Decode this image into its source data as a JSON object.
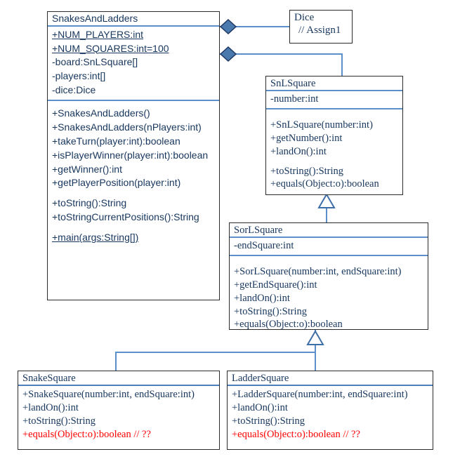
{
  "diagram": {
    "type": "uml-class-diagram",
    "title": "Snakes and Ladders class diagram",
    "colors": {
      "text": "#17365d",
      "highlight": "#ff0000",
      "divider": "#5b8fc9",
      "connector": "#5b8fc9",
      "diamond_fill": "#4a79ad",
      "diamond_stroke": "#1f3864",
      "box_border": "#2b2b2b"
    }
  },
  "classes": {
    "snakes_and_ladders": {
      "name": "SnakesAndLadders",
      "attributes": [
        {
          "text": "+NUM_PLAYERS:int",
          "sign": "+",
          "member": "NUM_PLAYERS",
          "type": "int",
          "static": true
        },
        {
          "text": "+NUM_SQUARES:int=100",
          "sign": "+",
          "member": "NUM_SQUARES",
          "type": "int=100",
          "static": true
        },
        {
          "text": "-board:SnLSquare[]",
          "sign": "-",
          "member": "board",
          "type": "SnLSquare[]",
          "static": false
        },
        {
          "text": "-players:int[]",
          "sign": "-",
          "member": "players",
          "type": "int[]",
          "static": false
        },
        {
          "text": "-dice:Dice",
          "sign": "-",
          "member": "dice",
          "type": "Dice",
          "static": false
        }
      ],
      "methods": [
        {
          "text": "+SnakesAndLadders()",
          "static": false,
          "blank": false
        },
        {
          "text": "+SnakesAndLadders(nPlayers:int)",
          "static": false,
          "blank": false
        },
        {
          "text": "+takeTurn(player:int):boolean",
          "static": false,
          "blank": false
        },
        {
          "text": "+isPlayerWinner(player:int):boolean",
          "static": false,
          "blank": false
        },
        {
          "text": "+getWinner():int",
          "static": false,
          "blank": false
        },
        {
          "text": "+getPlayerPosition(player:int)",
          "static": false,
          "blank": false
        },
        {
          "text": "",
          "static": false,
          "blank": true
        },
        {
          "text": "+toString():String",
          "static": false,
          "blank": false
        },
        {
          "text": "+toStringCurrentPositions():String",
          "static": false,
          "blank": false
        },
        {
          "text": "",
          "static": false,
          "blank": true
        },
        {
          "text": "+main(args:String[])",
          "static": true,
          "blank": false
        }
      ]
    },
    "dice": {
      "name": "Dice",
      "notes": [
        "// Assign1"
      ]
    },
    "snlsquare": {
      "name": "SnLSquare",
      "attributes": [
        {
          "text": "-number:int",
          "static": false
        }
      ],
      "methods": [
        {
          "text": "",
          "blank": true
        },
        {
          "text": "+SnLSquare(number:int)",
          "blank": false
        },
        {
          "text": "+getNumber():int",
          "blank": false
        },
        {
          "text": "+landOn():int",
          "blank": false
        },
        {
          "text": "",
          "blank": true
        },
        {
          "text": "+toString():String",
          "blank": false
        },
        {
          "text": "+equals(Object:o):boolean",
          "blank": false
        }
      ]
    },
    "sorlsquare": {
      "name": "SorLSquare",
      "attributes": [
        {
          "text": "-endSquare:int",
          "static": false
        }
      ],
      "methods": [
        {
          "text": "",
          "blank": true
        },
        {
          "text": "+SorLSquare(number:int, endSquare:int)",
          "blank": false
        },
        {
          "text": "+getEndSquare():int",
          "blank": false
        },
        {
          "text": "+landOn():int",
          "blank": false
        },
        {
          "text": " +toString():String",
          "blank": false
        },
        {
          "text": "+equals(Object:o):boolean",
          "blank": false
        }
      ]
    },
    "snakesquare": {
      "name": "SnakeSquare",
      "methods": [
        {
          "text": "+SnakeSquare(number:int, endSquare:int)",
          "red": false
        },
        {
          "text": "+landOn():int",
          "red": false
        },
        {
          "text": "+toString():String",
          "red": false
        },
        {
          "text": "+equals(Object:o):boolean // ??",
          "red": true
        }
      ]
    },
    "laddersquare": {
      "name": "LadderSquare",
      "methods": [
        {
          "text": "+LadderSquare(number:int, endSquare:int)",
          "red": false
        },
        {
          "text": "+landOn():int",
          "red": false
        },
        {
          "text": "+toString():String",
          "red": false
        },
        {
          "text": "+equals(Object:o):boolean    // ??",
          "red": true
        }
      ]
    }
  },
  "relationships": [
    {
      "from": "SnakesAndLadders",
      "to": "Dice",
      "kind": "composition",
      "marker": "filled-diamond"
    },
    {
      "from": "SnakesAndLadders",
      "to": "SnLSquare",
      "kind": "composition",
      "marker": "filled-diamond"
    },
    {
      "from": "SorLSquare",
      "to": "SnLSquare",
      "kind": "generalization",
      "marker": "hollow-triangle"
    },
    {
      "from": "SnakeSquare",
      "to": "SorLSquare",
      "kind": "generalization",
      "marker": "hollow-triangle"
    },
    {
      "from": "LadderSquare",
      "to": "SorLSquare",
      "kind": "generalization",
      "marker": "hollow-triangle"
    }
  ]
}
